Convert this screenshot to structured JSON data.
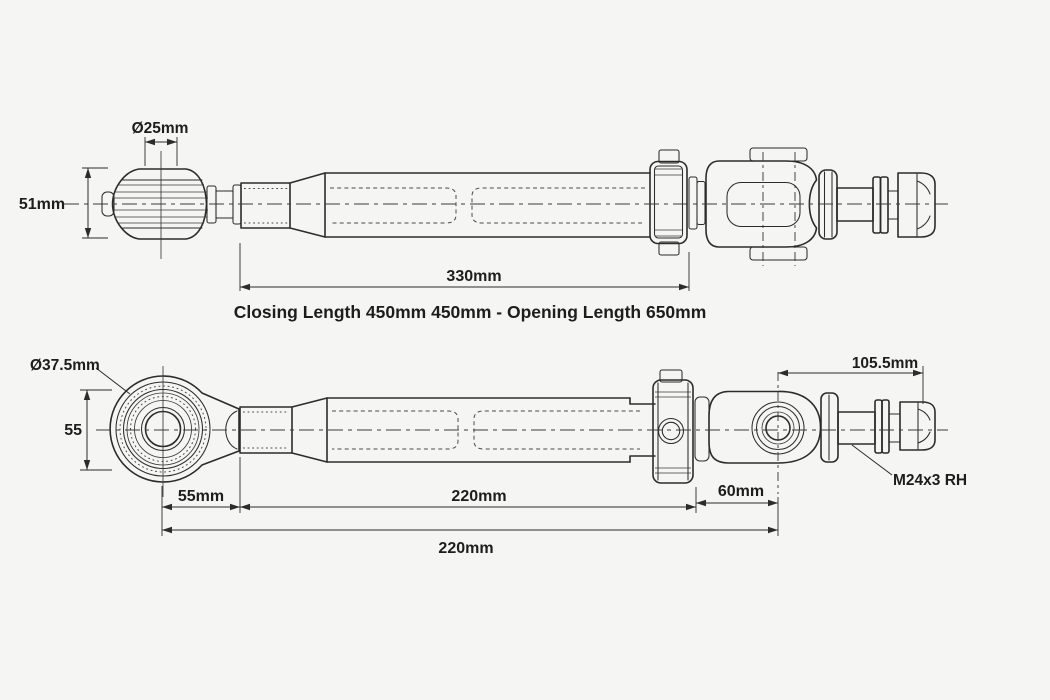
{
  "page": {
    "background": "#f5f5f3"
  },
  "drawing": {
    "line_color": "#2c2c2c",
    "text_color": "#1d1d1d",
    "caption": "Closing Length 450mm 450mm - Opening Length 650mm",
    "top_view": {
      "dims": {
        "pin_diameter": "Ø25mm",
        "ball_end_height": "51mm",
        "body_length": "330mm"
      }
    },
    "bottom_view": {
      "dims": {
        "eye_diameter": "Ø37.5mm",
        "eye_height": "55",
        "stud_length": "105.5mm",
        "thread_spec": "M24x3 RH",
        "eye_to_body": "55mm",
        "body_length": "220mm",
        "bracket_to_center": "60mm",
        "overall": "220mm"
      }
    }
  }
}
